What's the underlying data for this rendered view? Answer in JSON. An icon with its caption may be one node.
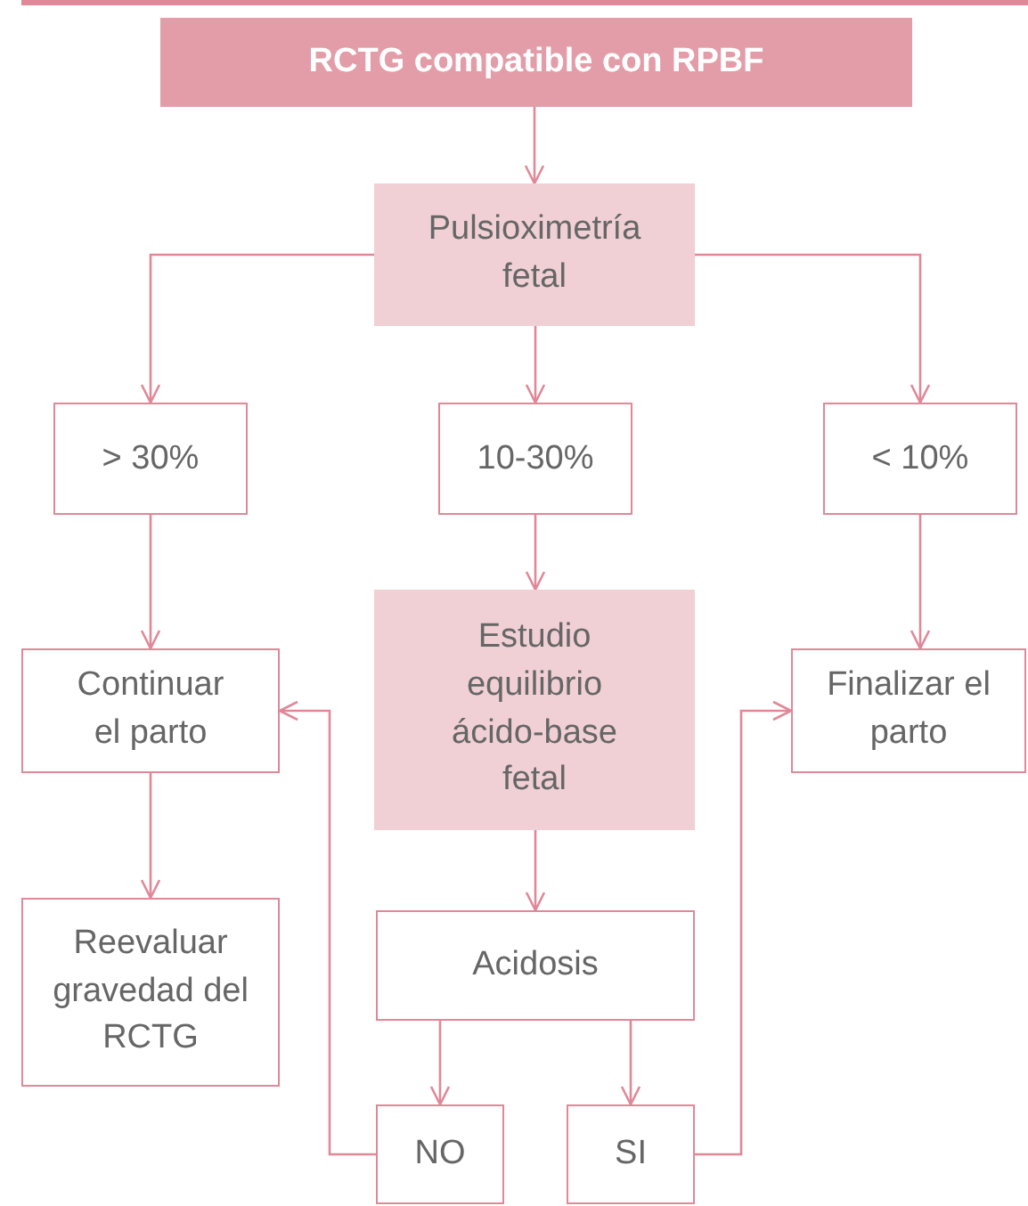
{
  "diagram": {
    "nodes": [
      {
        "text": [
          "RCTG compatible con RPBF"
        ]
      },
      {
        "text": [
          "Pulsioximetría fetal"
        ]
      },
      {
        "text": [
          "> 30%"
        ]
      },
      {
        "text": [
          "10-30%"
        ]
      },
      {
        "text": [
          "< 10%"
        ]
      },
      {
        "text": [
          "Continuar el parto"
        ]
      },
      {
        "text": [
          "Estudio equilibrio ácido-base fetal"
        ]
      },
      {
        "text": [
          "Finalizar el parto"
        ]
      },
      {
        "text": [
          "Reevaluar gravedad del RCTG"
        ]
      },
      {
        "text": [
          "Acidosis"
        ]
      },
      {
        "text": [
          "NO"
        ]
      },
      {
        "text": [
          "SI"
        ]
      }
    ],
    "edges": [
      {
        "from": 0,
        "to": 1,
        "arrow": "to"
      },
      {
        "from": 1,
        "to": 2,
        "arrow": "to"
      },
      {
        "from": 1,
        "to": 3,
        "arrow": "to"
      },
      {
        "from": 1,
        "to": 4,
        "arrow": "to"
      },
      {
        "from": 2,
        "to": 5,
        "arrow": "to"
      },
      {
        "from": 3,
        "to": 6,
        "arrow": "to"
      },
      {
        "from": 4,
        "to": 7,
        "arrow": "to"
      },
      {
        "from": 5,
        "to": 8,
        "arrow": "to"
      },
      {
        "from": 6,
        "to": 9,
        "arrow": "to"
      },
      {
        "from": 9,
        "to": 10,
        "arrow": "to"
      },
      {
        "from": 9,
        "to": 11,
        "arrow": "to"
      },
      {
        "from": 10,
        "to": 5,
        "arrow": "to"
      },
      {
        "from": 11,
        "to": 7,
        "arrow": "to"
      }
    ]
  }
}
